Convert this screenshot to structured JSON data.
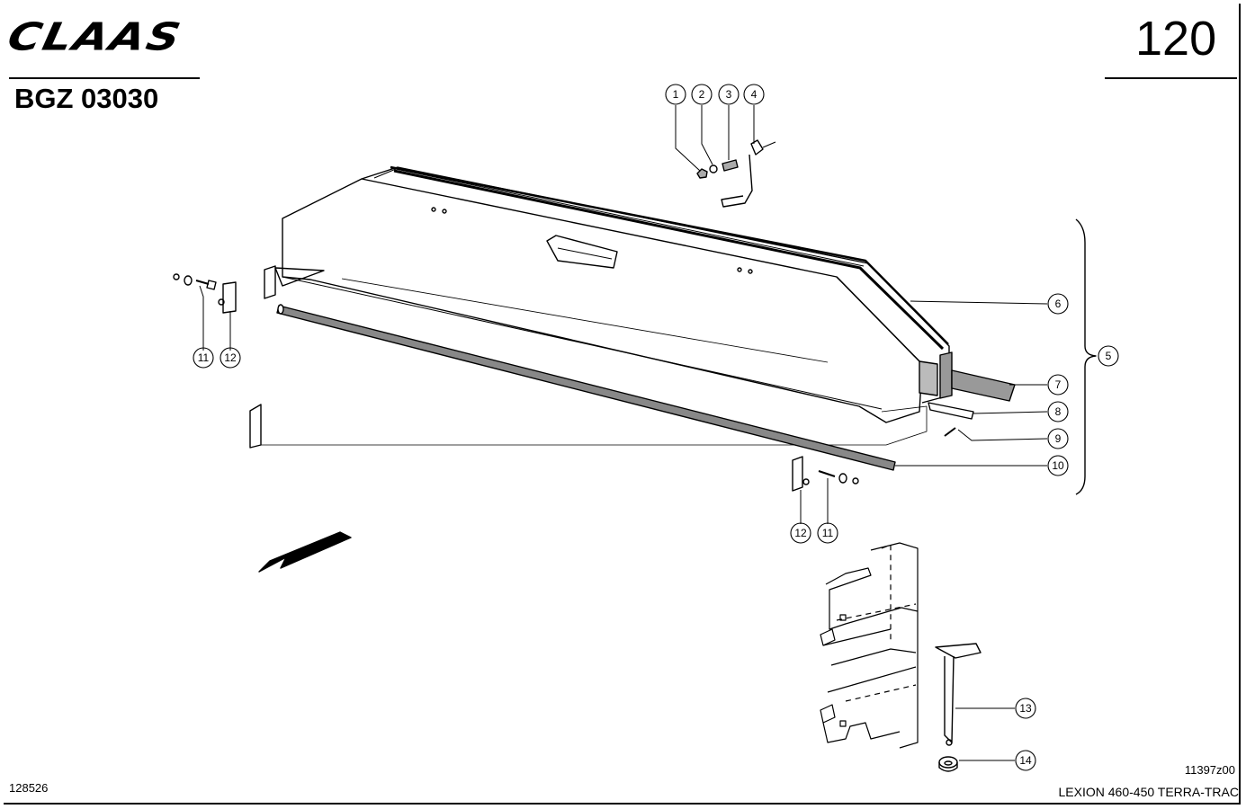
{
  "header": {
    "brand": "CLAAS",
    "page_number": "120",
    "drawing_code": "BGZ 03030"
  },
  "footer": {
    "document_number": "128526",
    "figure_code": "11397z00",
    "model": "LEXION 460-450 TERRA-TRAC"
  },
  "callouts": [
    {
      "label": "1"
    },
    {
      "label": "2"
    },
    {
      "label": "3"
    },
    {
      "label": "4"
    },
    {
      "label": "5"
    },
    {
      "label": "6"
    },
    {
      "label": "7"
    },
    {
      "label": "8"
    },
    {
      "label": "9"
    },
    {
      "label": "10"
    },
    {
      "label": "11"
    },
    {
      "label": "12"
    },
    {
      "label": "12"
    },
    {
      "label": "11"
    },
    {
      "label": "13"
    },
    {
      "label": "14"
    }
  ]
}
